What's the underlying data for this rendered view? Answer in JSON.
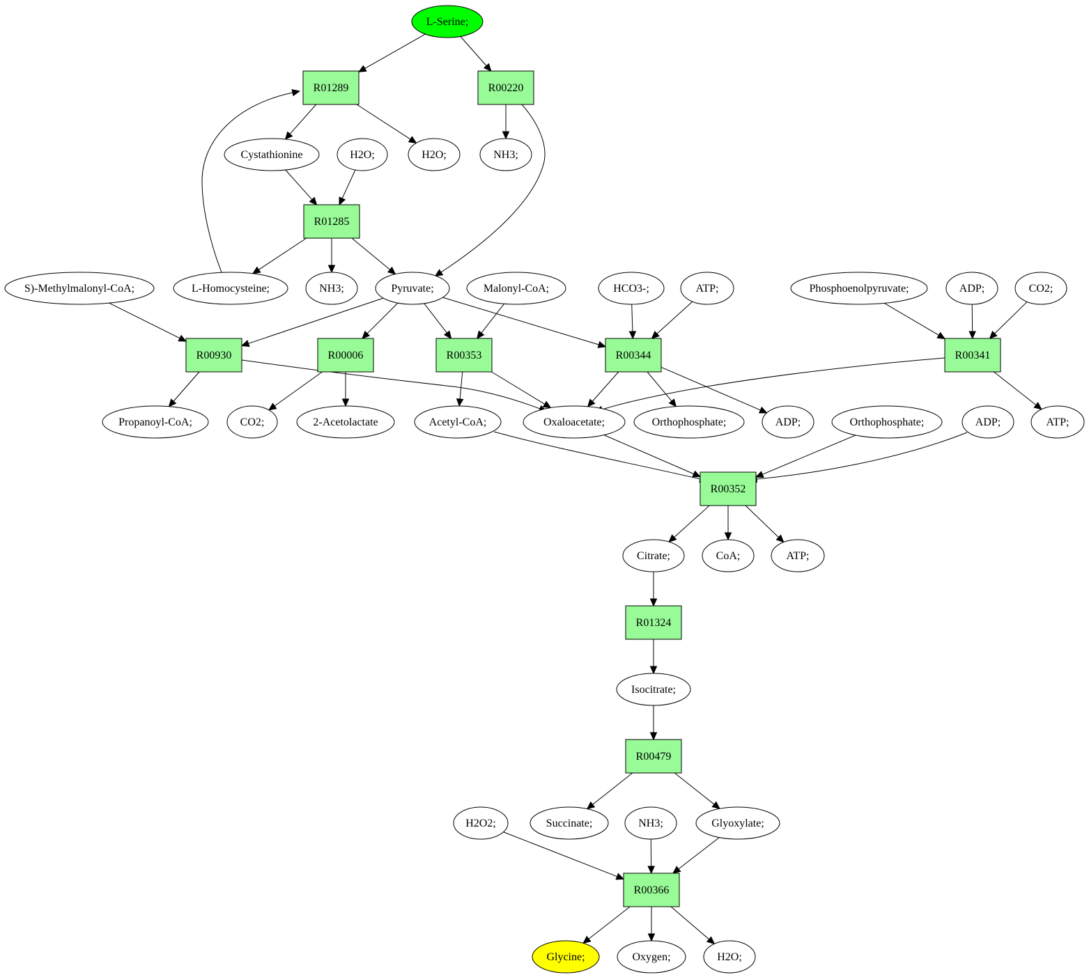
{
  "colors": {
    "reaction_fill": "#98fb98",
    "compound_fill": "#ffffff",
    "start_fill": "#00ff00",
    "target_fill": "#ffff00",
    "stroke": "#000000"
  },
  "diagram": {
    "nodes": [
      {
        "id": "L-Serine",
        "label": "L-Serine;",
        "shape": "ellipse",
        "role": "start"
      },
      {
        "id": "R01289",
        "label": "R01289",
        "shape": "box",
        "role": "reaction"
      },
      {
        "id": "R00220",
        "label": "R00220",
        "shape": "box",
        "role": "reaction"
      },
      {
        "id": "Cystathionine",
        "label": "Cystathionine",
        "shape": "ellipse",
        "role": "compound"
      },
      {
        "id": "H2O_a",
        "label": "H2O;",
        "shape": "ellipse",
        "role": "compound"
      },
      {
        "id": "H2O_b",
        "label": "H2O;",
        "shape": "ellipse",
        "role": "compound"
      },
      {
        "id": "NH3_a",
        "label": "NH3;",
        "shape": "ellipse",
        "role": "compound"
      },
      {
        "id": "R01285",
        "label": "R01285",
        "shape": "box",
        "role": "reaction"
      },
      {
        "id": "SMethylmalonyl",
        "label": "S)-Methylmalonyl-CoA;",
        "shape": "ellipse",
        "role": "compound"
      },
      {
        "id": "LHomocysteine",
        "label": "L-Homocysteine;",
        "shape": "ellipse",
        "role": "compound"
      },
      {
        "id": "NH3_b",
        "label": "NH3;",
        "shape": "ellipse",
        "role": "compound"
      },
      {
        "id": "Pyruvate",
        "label": "Pyruvate;",
        "shape": "ellipse",
        "role": "compound"
      },
      {
        "id": "MalonylCoA",
        "label": "Malonyl-CoA;",
        "shape": "ellipse",
        "role": "compound"
      },
      {
        "id": "HCO3",
        "label": "HCO3-;",
        "shape": "ellipse",
        "role": "compound"
      },
      {
        "id": "ATP_a",
        "label": "ATP;",
        "shape": "ellipse",
        "role": "compound"
      },
      {
        "id": "PEP",
        "label": "Phosphoenolpyruvate;",
        "shape": "ellipse",
        "role": "compound"
      },
      {
        "id": "ADP_a",
        "label": "ADP;",
        "shape": "ellipse",
        "role": "compound"
      },
      {
        "id": "CO2_a",
        "label": "CO2;",
        "shape": "ellipse",
        "role": "compound"
      },
      {
        "id": "R00930",
        "label": "R00930",
        "shape": "box",
        "role": "reaction"
      },
      {
        "id": "R00006",
        "label": "R00006",
        "shape": "box",
        "role": "reaction"
      },
      {
        "id": "R00353",
        "label": "R00353",
        "shape": "box",
        "role": "reaction"
      },
      {
        "id": "R00344",
        "label": "R00344",
        "shape": "box",
        "role": "reaction"
      },
      {
        "id": "R00341",
        "label": "R00341",
        "shape": "box",
        "role": "reaction"
      },
      {
        "id": "PropanoylCoA",
        "label": "Propanoyl-CoA;",
        "shape": "ellipse",
        "role": "compound"
      },
      {
        "id": "CO2_b",
        "label": "CO2;",
        "shape": "ellipse",
        "role": "compound"
      },
      {
        "id": "Acetolactate",
        "label": "2-Acetolactate",
        "shape": "ellipse",
        "role": "compound"
      },
      {
        "id": "AcetylCoA",
        "label": "Acetyl-CoA;",
        "shape": "ellipse",
        "role": "compound"
      },
      {
        "id": "Oxaloacetate",
        "label": "Oxaloacetate;",
        "shape": "ellipse",
        "role": "compound"
      },
      {
        "id": "Ortho_a",
        "label": "Orthophosphate;",
        "shape": "ellipse",
        "role": "compound"
      },
      {
        "id": "ADP_b",
        "label": "ADP;",
        "shape": "ellipse",
        "role": "compound"
      },
      {
        "id": "Ortho_b",
        "label": "Orthophosphate;",
        "shape": "ellipse",
        "role": "compound"
      },
      {
        "id": "ADP_c",
        "label": "ADP;",
        "shape": "ellipse",
        "role": "compound"
      },
      {
        "id": "ATP_b",
        "label": "ATP;",
        "shape": "ellipse",
        "role": "compound"
      },
      {
        "id": "R00352",
        "label": "R00352",
        "shape": "box",
        "role": "reaction"
      },
      {
        "id": "Citrate",
        "label": "Citrate;",
        "shape": "ellipse",
        "role": "compound"
      },
      {
        "id": "CoA",
        "label": "CoA;",
        "shape": "ellipse",
        "role": "compound"
      },
      {
        "id": "ATP_c",
        "label": "ATP;",
        "shape": "ellipse",
        "role": "compound"
      },
      {
        "id": "R01324",
        "label": "R01324",
        "shape": "box",
        "role": "reaction"
      },
      {
        "id": "Isocitrate",
        "label": "Isocitrate;",
        "shape": "ellipse",
        "role": "compound"
      },
      {
        "id": "R00479",
        "label": "R00479",
        "shape": "box",
        "role": "reaction"
      },
      {
        "id": "H2O2",
        "label": "H2O2;",
        "shape": "ellipse",
        "role": "compound"
      },
      {
        "id": "Succinate",
        "label": "Succinate;",
        "shape": "ellipse",
        "role": "compound"
      },
      {
        "id": "NH3_c",
        "label": "NH3;",
        "shape": "ellipse",
        "role": "compound"
      },
      {
        "id": "Glyoxylate",
        "label": "Glyoxylate;",
        "shape": "ellipse",
        "role": "compound"
      },
      {
        "id": "R00366",
        "label": "R00366",
        "shape": "box",
        "role": "reaction"
      },
      {
        "id": "Glycine",
        "label": "Glycine;",
        "shape": "ellipse",
        "role": "target"
      },
      {
        "id": "Oxygen",
        "label": "Oxygen;",
        "shape": "ellipse",
        "role": "compound"
      },
      {
        "id": "H2O_c",
        "label": "H2O;",
        "shape": "ellipse",
        "role": "compound"
      }
    ],
    "edges": [
      {
        "from": "L-Serine",
        "to": "R01289"
      },
      {
        "from": "L-Serine",
        "to": "R00220"
      },
      {
        "from": "R01289",
        "to": "Cystathionine"
      },
      {
        "from": "R01289",
        "to": "H2O_b"
      },
      {
        "from": "R00220",
        "to": "NH3_a"
      },
      {
        "from": "R00220",
        "to": "Pyruvate"
      },
      {
        "from": "Cystathionine",
        "to": "R01285"
      },
      {
        "from": "H2O_a",
        "to": "R01285"
      },
      {
        "from": "R01285",
        "to": "LHomocysteine"
      },
      {
        "from": "R01285",
        "to": "NH3_b"
      },
      {
        "from": "R01285",
        "to": "Pyruvate"
      },
      {
        "from": "LHomocysteine",
        "to": "R01289"
      },
      {
        "from": "SMethylmalonyl",
        "to": "R00930"
      },
      {
        "from": "Pyruvate",
        "to": "R00930"
      },
      {
        "from": "Pyruvate",
        "to": "R00006"
      },
      {
        "from": "Pyruvate",
        "to": "R00353"
      },
      {
        "from": "Pyruvate",
        "to": "R00344"
      },
      {
        "from": "MalonylCoA",
        "to": "R00353"
      },
      {
        "from": "HCO3",
        "to": "R00344"
      },
      {
        "from": "ATP_a",
        "to": "R00344"
      },
      {
        "from": "PEP",
        "to": "R00341"
      },
      {
        "from": "ADP_a",
        "to": "R00341"
      },
      {
        "from": "CO2_a",
        "to": "R00341"
      },
      {
        "from": "R00930",
        "to": "PropanoylCoA"
      },
      {
        "from": "R00930",
        "to": "Oxaloacetate"
      },
      {
        "from": "R00006",
        "to": "CO2_b"
      },
      {
        "from": "R00006",
        "to": "Acetolactate"
      },
      {
        "from": "R00353",
        "to": "AcetylCoA"
      },
      {
        "from": "R00353",
        "to": "Oxaloacetate"
      },
      {
        "from": "R00344",
        "to": "Oxaloacetate"
      },
      {
        "from": "R00344",
        "to": "Ortho_a"
      },
      {
        "from": "R00344",
        "to": "ADP_b"
      },
      {
        "from": "R00341",
        "to": "Oxaloacetate"
      },
      {
        "from": "R00341",
        "to": "ATP_b"
      },
      {
        "from": "AcetylCoA",
        "to": "R00352"
      },
      {
        "from": "Oxaloacetate",
        "to": "R00352"
      },
      {
        "from": "Ortho_b",
        "to": "R00352"
      },
      {
        "from": "ADP_c",
        "to": "R00352"
      },
      {
        "from": "R00352",
        "to": "Citrate"
      },
      {
        "from": "R00352",
        "to": "CoA"
      },
      {
        "from": "R00352",
        "to": "ATP_c"
      },
      {
        "from": "Citrate",
        "to": "R01324"
      },
      {
        "from": "R01324",
        "to": "Isocitrate"
      },
      {
        "from": "Isocitrate",
        "to": "R00479"
      },
      {
        "from": "R00479",
        "to": "Succinate"
      },
      {
        "from": "R00479",
        "to": "Glyoxylate"
      },
      {
        "from": "H2O2",
        "to": "R00366"
      },
      {
        "from": "NH3_c",
        "to": "R00366"
      },
      {
        "from": "Glyoxylate",
        "to": "R00366"
      },
      {
        "from": "R00366",
        "to": "Glycine"
      },
      {
        "from": "R00366",
        "to": "Oxygen"
      },
      {
        "from": "R00366",
        "to": "H2O_c"
      }
    ]
  }
}
